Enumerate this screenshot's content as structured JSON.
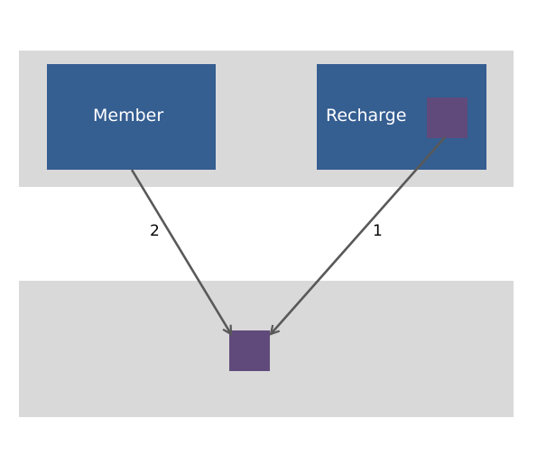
{
  "diagram": {
    "nodes": {
      "member": {
        "label": "Member"
      },
      "recharge": {
        "label": "Recharge"
      }
    },
    "edges": [
      {
        "from": "member",
        "to": "target-square",
        "label": "2"
      },
      {
        "from": "recharge-square",
        "to": "target-square",
        "label": "1"
      }
    ],
    "colors": {
      "band": "#d9d9d9",
      "box": "#355e91",
      "square": "#604a7b",
      "arrow": "#595959",
      "box_text": "#ffffff"
    }
  }
}
